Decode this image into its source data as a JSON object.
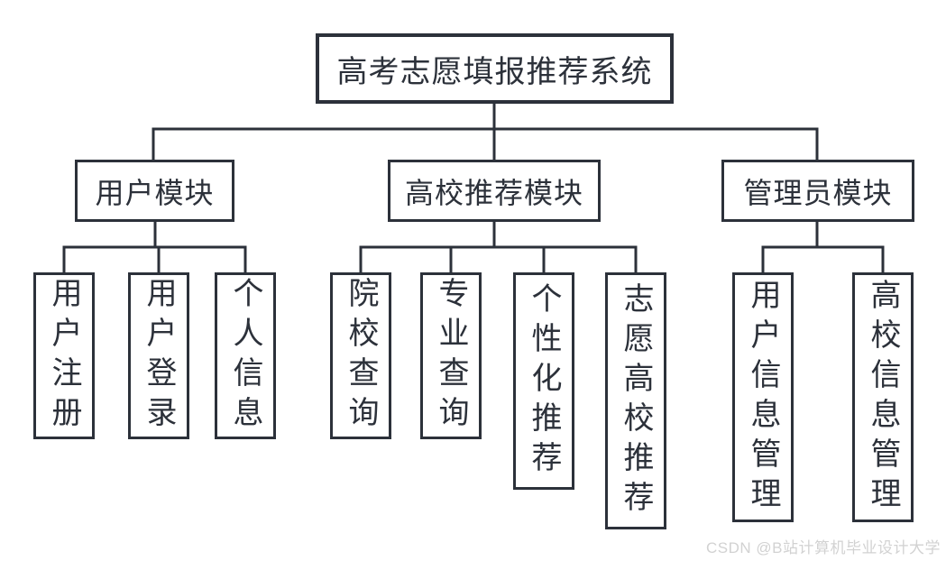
{
  "diagram": {
    "line_color": "#2c313a",
    "root": {
      "label": "高考志愿填报推荐系统"
    },
    "modules": [
      {
        "label": "用户模块",
        "children": [
          {
            "label": "用户注册"
          },
          {
            "label": "用户登录"
          },
          {
            "label": "个人信息"
          }
        ]
      },
      {
        "label": "高校推荐模块",
        "children": [
          {
            "label": "院校查询"
          },
          {
            "label": "专业查询"
          },
          {
            "label": "个性化推荐"
          },
          {
            "label": "志愿高校推荐"
          }
        ]
      },
      {
        "label": "管理员模块",
        "children": [
          {
            "label": "用户信息管理"
          },
          {
            "label": "高校信息管理"
          }
        ]
      }
    ]
  },
  "watermark": {
    "text": "CSDN @B站计算机毕业设计大学",
    "color": "#d2d2d2"
  }
}
